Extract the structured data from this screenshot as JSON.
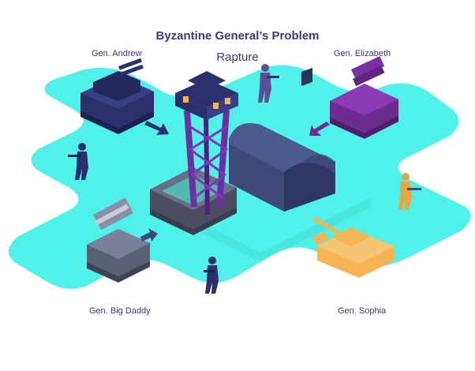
{
  "header": {
    "title": "Byzantine General’s Problem",
    "subtitle": "Rapture"
  },
  "generals": [
    {
      "label": "Gen. Andrew",
      "color": "#2b2f6b"
    },
    {
      "label": "Gen. Elizabeth",
      "color": "#6d2c8f"
    },
    {
      "label": "Gen. Big Daddy",
      "color": "#5b6075"
    },
    {
      "label": "Gen. Sophia",
      "color": "#f6b454"
    }
  ],
  "colors": {
    "ground": "#4ff1e9",
    "text": "#3d3a7a",
    "tower": "#6b2fa0",
    "hangar": "#3e4a77",
    "sandbags": "#4a4d63",
    "soldier_hazmat": "#e8a640"
  },
  "icons": [
    "tank-icon",
    "missile-launcher-icon",
    "watchtower-icon",
    "hangar-icon",
    "soldier-icon",
    "arrow-icon"
  ]
}
